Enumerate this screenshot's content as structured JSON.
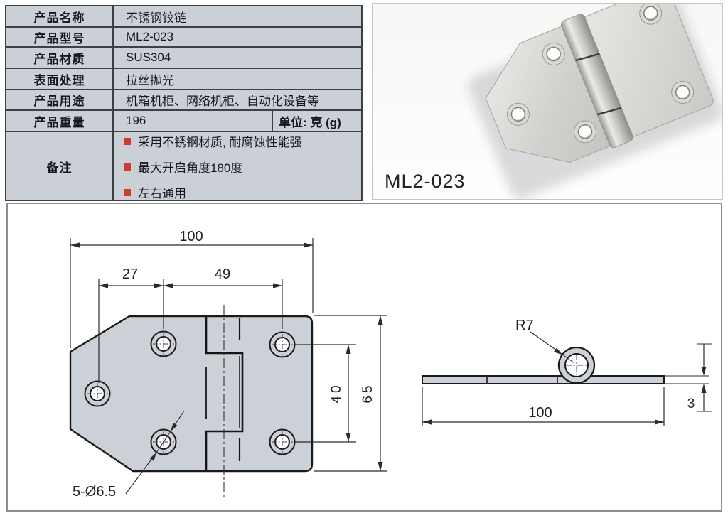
{
  "spec_table": {
    "rows": [
      {
        "label": "产品名称",
        "value": "不锈钢铰链"
      },
      {
        "label": "产品型号",
        "value": "ML2-023"
      },
      {
        "label": "产品材质",
        "value": "SUS304"
      },
      {
        "label": "表面处理",
        "value": "拉丝抛光"
      },
      {
        "label": "产品用途",
        "value": "机箱机柜、网络机柜、自动化设备等"
      },
      {
        "label": "产品重量",
        "value": "196",
        "unit": "单位: 克 (g)"
      }
    ],
    "remark_label": "备注",
    "remark_items": [
      "采用不锈钢材质, 耐腐蚀性能强",
      "最大开启角度180度",
      "左右通用"
    ],
    "colors": {
      "cell_bg": "#cbcfd6",
      "border": "#3f4046",
      "text": "#16161e",
      "bullet": "#cf3a30"
    }
  },
  "photo": {
    "caption": "ML2-023"
  },
  "drawings": {
    "front_view": {
      "dim_total_width": "100",
      "dim_hole_offset_left": "27",
      "dim_hole_spacing_h": "49",
      "dim_hole_spacing_v": "40",
      "dim_total_height": "65",
      "hole_callout": "5-Ø6.5"
    },
    "side_view": {
      "dim_knuckle_radius": "R7",
      "dim_length": "100",
      "dim_thickness": "3"
    },
    "colors": {
      "plate_fill": "#ccd0d7",
      "outline": "#1a1a1a",
      "dim_line": "#2b2b2b"
    }
  }
}
